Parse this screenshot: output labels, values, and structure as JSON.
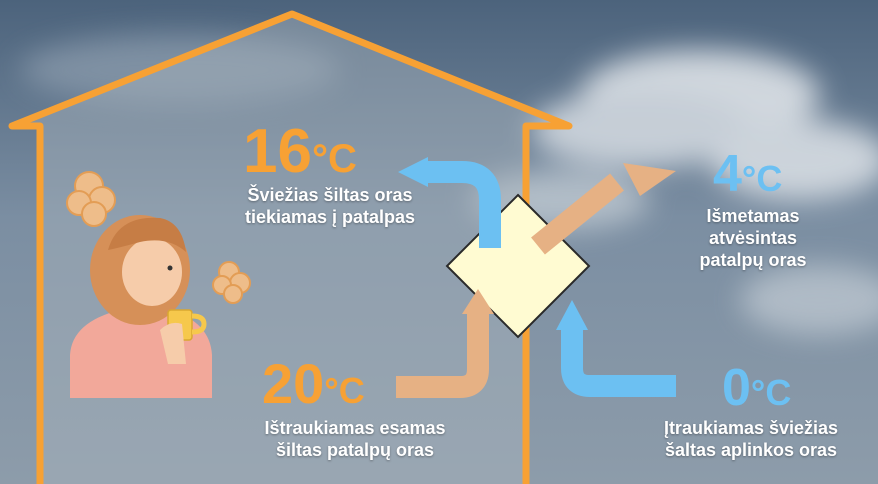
{
  "colors": {
    "house_outline": "#f7a134",
    "warm_arrow": "#e6b184",
    "cold_arrow": "#6cc0f2",
    "exchanger_fill": "#fffbd2",
    "temp_warm": "#f7a134",
    "temp_cold": "#6cc0f2",
    "label_text": "#ffffff"
  },
  "supply_indoor": {
    "value": "16",
    "unit": "°C",
    "line1": "Šviežias šiltas oras",
    "line2": "tiekiamas į patalpas"
  },
  "exhaust_outdoor": {
    "value": "4",
    "unit": "°C",
    "line1": "Išmetamas",
    "line2": "atvėsintas",
    "line3": "patalpų oras"
  },
  "extract_indoor": {
    "value": "20",
    "unit": "°C",
    "line1": "Ištraukiamas esamas",
    "line2": "šiltas patalpų oras"
  },
  "intake_outdoor": {
    "value": "0",
    "unit": "°C",
    "line1": "Įtraukiamas šviežias",
    "line2": "šaltas aplinkos oras"
  },
  "icons": [
    "house-outline",
    "person-drinking-icon",
    "steam-puff-icon",
    "heat-exchanger-icon",
    "airflow-arrow-icon"
  ]
}
